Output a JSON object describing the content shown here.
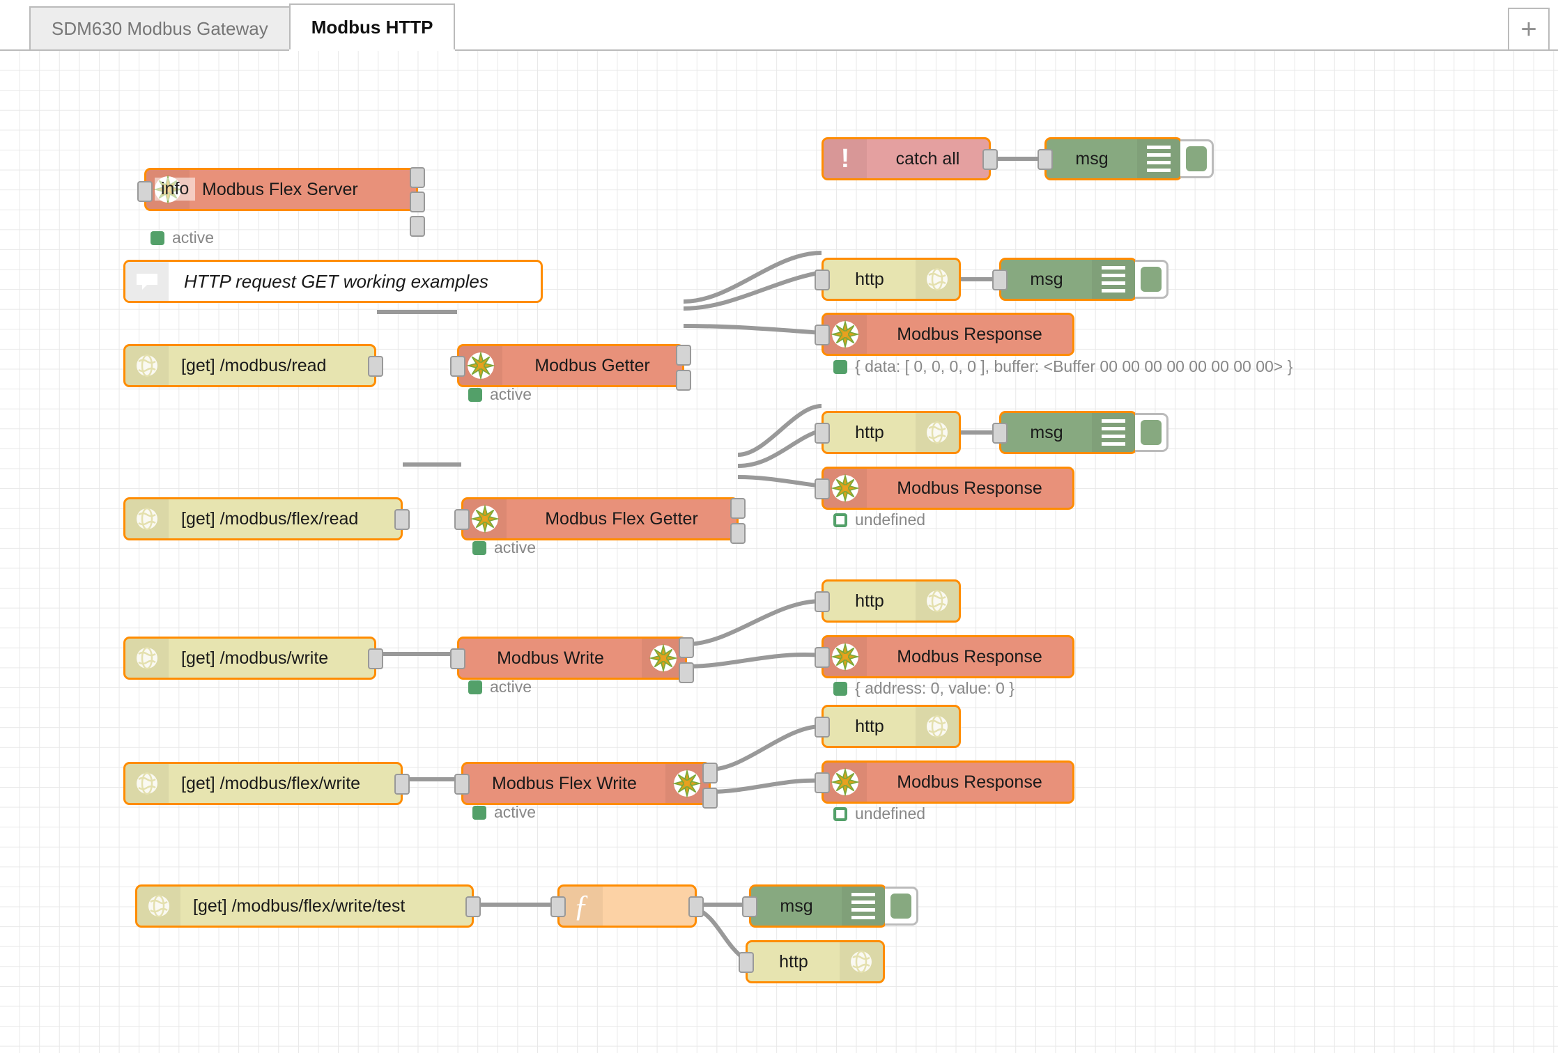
{
  "tabs": {
    "items": [
      {
        "label": "SDM630 Modbus Gateway",
        "active": false
      },
      {
        "label": "Modbus HTTP",
        "active": true
      }
    ],
    "add_label": "+"
  },
  "tooltip": {
    "text": "info"
  },
  "colors": {
    "node_border": "#ff8c00",
    "modbus": "#e8917a",
    "http": "#e7e4b0",
    "debug": "#87a980",
    "catch": "#e4a0a0",
    "function": "#fcd2a5",
    "status_green": "#53a069",
    "wire": "#999999"
  },
  "nodes": {
    "flex_server": {
      "label": "Modbus Flex Server",
      "icon": "modbus-icon"
    },
    "comment": {
      "label": "HTTP request GET working examples",
      "icon": "comment-icon"
    },
    "catch_all": {
      "label": "catch all",
      "icon": "exclamation-icon"
    },
    "debug_catch": {
      "label": "msg",
      "icon": "debug-icon"
    },
    "http_in_read": {
      "label": "[get] /modbus/read",
      "icon": "globe-icon"
    },
    "modbus_getter": {
      "label": "Modbus Getter",
      "icon": "modbus-icon"
    },
    "http_resp_1": {
      "label": "http",
      "icon": "globe-icon"
    },
    "debug_1": {
      "label": "msg",
      "icon": "debug-icon"
    },
    "modbus_resp_1": {
      "label": "Modbus Response",
      "icon": "modbus-icon"
    },
    "http_in_flex_read": {
      "label": "[get] /modbus/flex/read",
      "icon": "globe-icon"
    },
    "modbus_flex_getter": {
      "label": "Modbus Flex Getter",
      "icon": "modbus-icon"
    },
    "http_resp_2": {
      "label": "http",
      "icon": "globe-icon"
    },
    "debug_2": {
      "label": "msg",
      "icon": "debug-icon"
    },
    "modbus_resp_2": {
      "label": "Modbus Response",
      "icon": "modbus-icon"
    },
    "http_in_write": {
      "label": "[get] /modbus/write",
      "icon": "globe-icon"
    },
    "modbus_write": {
      "label": "Modbus Write",
      "icon": "modbus-icon"
    },
    "http_resp_3": {
      "label": "http",
      "icon": "globe-icon"
    },
    "modbus_resp_3": {
      "label": "Modbus Response",
      "icon": "modbus-icon"
    },
    "http_in_flex_write": {
      "label": "[get] /modbus/flex/write",
      "icon": "globe-icon"
    },
    "modbus_flex_write": {
      "label": "Modbus Flex Write",
      "icon": "modbus-icon"
    },
    "http_resp_4": {
      "label": "http",
      "icon": "globe-icon"
    },
    "modbus_resp_4": {
      "label": "Modbus Response",
      "icon": "modbus-icon"
    },
    "http_in_flex_test": {
      "label": "[get] /modbus/flex/write/test",
      "icon": "globe-icon"
    },
    "function_node": {
      "label": "",
      "icon": "function-icon"
    },
    "debug_3": {
      "label": "msg",
      "icon": "debug-icon"
    },
    "http_resp_5": {
      "label": "http",
      "icon": "globe-icon"
    }
  },
  "statuses": {
    "flex_server": {
      "text": "active",
      "style": "filled"
    },
    "modbus_getter": {
      "text": "active",
      "style": "filled"
    },
    "modbus_resp_1": {
      "text": "{ data: [ 0, 0, 0, 0 ], buffer: <Buffer 00 00 00 00 00 00 00 00> }",
      "style": "filled"
    },
    "modbus_flex_getter": {
      "text": "active",
      "style": "filled"
    },
    "modbus_resp_2": {
      "text": "undefined",
      "style": "ring"
    },
    "modbus_write": {
      "text": "active",
      "style": "filled"
    },
    "modbus_resp_3": {
      "text": "{ address: 0, value: 0 }",
      "style": "filled"
    },
    "modbus_flex_write": {
      "text": "active",
      "style": "filled"
    },
    "modbus_resp_4": {
      "text": "undefined",
      "style": "ring"
    }
  }
}
